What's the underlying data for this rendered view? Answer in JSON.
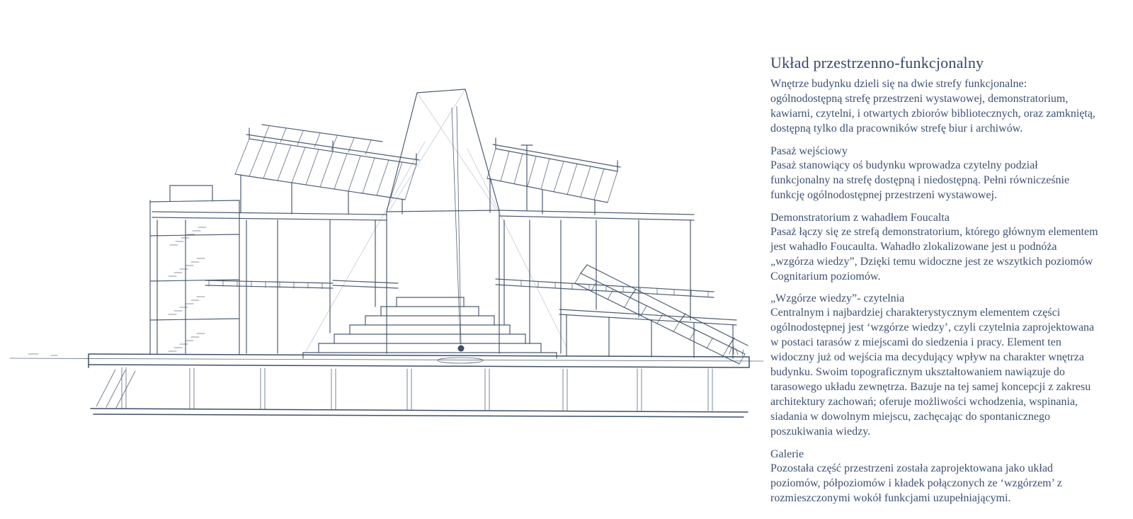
{
  "colors": {
    "ink": "#3e5068",
    "text": "#3d5170",
    "title": "#35486b",
    "background": "#ffffff"
  },
  "sketch": {
    "name": "building-cross-section-sketch"
  },
  "article": {
    "title": "Układ przestrzenno-funkcjonalny",
    "intro": "Wnętrze budynku dzieli się na dwie strefy funkcjonalne: ogólnodostępną strefę przestrzeni wystawowej, demonstratorium, kawiarni, czytelni, i otwartych zbiorów bibliotecznych, oraz zamkniętą, dostępną tylko dla pracowników strefę biur i archiwów.",
    "sections": [
      {
        "heading": "Pasaż wejściowy",
        "body": "Pasaż stanowiący oś budynku wprowadza czytelny podział funkcjonalny na strefę dostępną i niedostępną. Pełni równicześnie funkcję ogólnodostępnej przestrzeni wystawowej."
      },
      {
        "heading": "Demonstratorium z wahadłem Foucalta",
        "body": "Pasaż łączy się ze strefą demonstratorium, którego głównym elementem jest wahadło Foucaulta. Wahadło zlokalizowane jest u podnóża „wzgórza wiedzy”, Dzięki temu widoczne jest ze wszytkich poziomów Cognitarium poziomów."
      },
      {
        "heading": "„Wzgórze wiedzy”- czytelnia",
        "body": "Centralnym i najbardziej charakterystycznym elementem części ogólnodostępnej jest ‘wzgórze wiedzy’, czyli czytelnia zaprojektowana w postaci tarasów z miejscami do siedzenia i pracy. Element ten widoczny już od wejścia ma decydujący wpływ na charakter wnętrza budynku. Swoim topograficznym ukształtowaniem nawiązuje do tarasowego układu zewnętrza. Bazuje na tej samej koncepcji z zakresu architektury zachowań; oferuje możliwości wchodzenia, wspinania, siadania w dowolnym miejscu, zachęcając do spontanicznego poszukiwania wiedzy."
      },
      {
        "heading": "Galerie",
        "body": "Pozostała część przestrzeni została zaprojektowana jako układ poziomów, półpoziomów i kładek połączonych ze ‘wzgórzem’ z rozmieszczonymi wokół funkcjami uzupełniającymi."
      }
    ]
  }
}
